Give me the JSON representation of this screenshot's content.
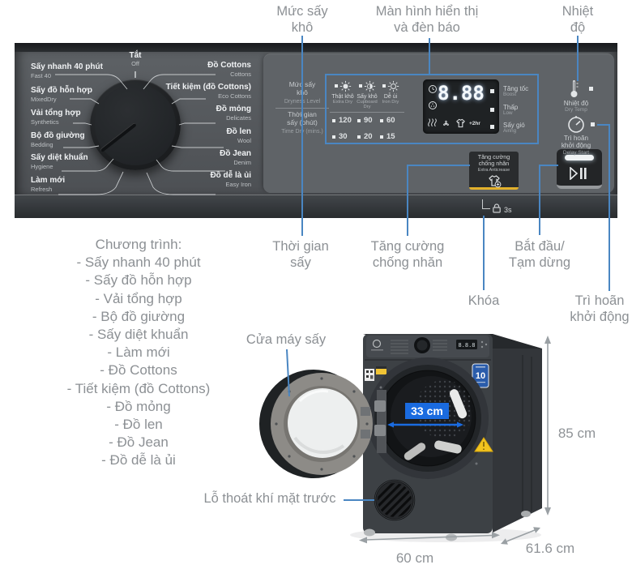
{
  "callouts": {
    "dryness": {
      "l1": "Mức sấy",
      "l2": "khô"
    },
    "display": {
      "l1": "Màn hình hiển thị",
      "l2": "và đèn báo"
    },
    "temp": {
      "l1": "Nhiệt",
      "l2": "độ"
    },
    "time": {
      "l1": "Thời gian",
      "l2": "sấy"
    },
    "anticrease": {
      "l1": "Tăng cường",
      "l2": "chống nhăn"
    },
    "lock": "Khóa",
    "start": {
      "l1": "Bắt đầu/",
      "l2": "Tạm dừng"
    },
    "delay": {
      "l1": "Trì hoãn",
      "l2": "khởi động"
    },
    "door": "Cửa máy sấy",
    "vent": "Lỗ thoát khí mặt trước"
  },
  "program_list": {
    "title": "Chương trình:",
    "items": [
      "- Sấy nhanh 40 phút",
      "- Sấy đồ hỗn hợp",
      "- Vải tổng hợp",
      "- Bộ đồ giường",
      "- Sấy diệt khuẩn",
      "- Làm mới",
      "- Đồ Cottons",
      "- Tiết kiệm (đồ Cottons)",
      "- Đồ mỏng",
      "- Đồ len",
      "- Đồ Jean",
      "- Đồ dễ là ủi"
    ]
  },
  "panel": {
    "off": {
      "vn": "Tắt",
      "en": "Off"
    },
    "programs_left": [
      {
        "vn": "Sấy nhanh 40 phút",
        "en": "Fast 40"
      },
      {
        "vn": "Sấy đồ hỗn hợp",
        "en": "MixedDry"
      },
      {
        "vn": "Vải tổng hợp",
        "en": "Synthetics"
      },
      {
        "vn": "Bộ đồ giường",
        "en": "Bedding"
      },
      {
        "vn": "Sấy diệt khuẩn",
        "en": "Hygiene"
      },
      {
        "vn": "Làm mới",
        "en": "Refresh"
      }
    ],
    "programs_right": [
      {
        "vn": "Đồ Cottons",
        "en": "Cottons"
      },
      {
        "vn": "Tiết kiệm (đồ Cottons)",
        "en": "Eco Cottons"
      },
      {
        "vn": "Đồ mỏng",
        "en": "Delicates"
      },
      {
        "vn": "Đồ len",
        "en": "Wool"
      },
      {
        "vn": "Đồ Jean",
        "en": "Denim"
      },
      {
        "vn": "Đồ dễ là ủi",
        "en": "Easy Iron"
      }
    ],
    "dryness_label": {
      "l1": "Mức sấy",
      "l2": "khô",
      "en": "Dryness Level"
    },
    "time_label": {
      "l1": "Thời gian",
      "l2": "sấy (phút)",
      "en": "Time Dry (mins.)"
    },
    "dryness_options": [
      {
        "vn": "Thật khô",
        "en1": "Extra Dry",
        "en2": ""
      },
      {
        "vn": "Sấy khô",
        "en1": "Cupboard",
        "en2": "Dry"
      },
      {
        "vn": "Dễ ủi",
        "en1": "Iron Dry",
        "en2": ""
      }
    ],
    "times": [
      "120",
      "90",
      "60",
      "30",
      "20",
      "15"
    ],
    "display_value": "8.88",
    "plus2hr": "+2hr",
    "side_options": [
      {
        "vn": "Tăng tốc",
        "en": "Boost"
      },
      {
        "vn": "Thấp",
        "en": "Low"
      },
      {
        "vn": "Sấy gió",
        "en": "Airing"
      }
    ],
    "anticrease_btn": {
      "l1": "Tăng cường",
      "l2": "chống nhăn",
      "en": "Extra Anticrease"
    },
    "temp_btn": {
      "vn": "Nhiệt độ",
      "en": "Dry Temp"
    },
    "delay_btn": {
      "l1": "Trì hoãn",
      "l2": "khởi động",
      "en": "Delay Start"
    },
    "lock_hint": "3s"
  },
  "machine": {
    "badge": "10",
    "mini_display": "8.8.8",
    "dims": {
      "height": "85 cm",
      "width": "60 cm",
      "depth": "61.6 cm",
      "drum": "33 cm"
    }
  }
}
